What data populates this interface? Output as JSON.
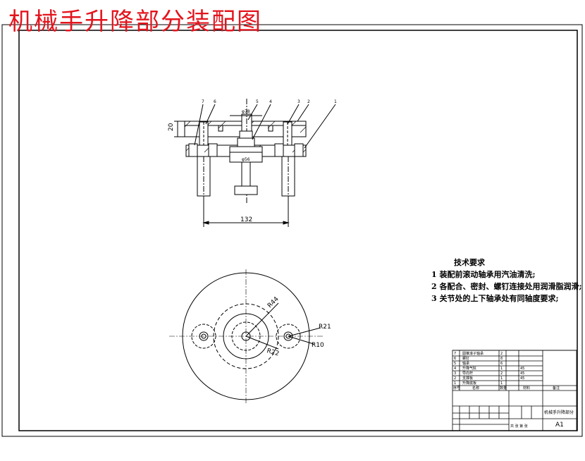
{
  "page_title": "机械手升降部分装配图",
  "tech_requirements": {
    "title": "技术要求",
    "items": [
      "1 装配前滚动轴承用汽油清洗;",
      "2 各配合、密封、螺钉连接处用润滑脂润滑;",
      "3 关节处的上下轴承处有同轴度要求;"
    ]
  },
  "dimensions": {
    "width_132": "132",
    "height_20": "20",
    "phi_78": "φ78",
    "phi_56": "φ56",
    "r44": "R44",
    "r21": "R21",
    "r10": "R10",
    "r22": "R22"
  },
  "leaders": [
    "1",
    "2",
    "3",
    "4",
    "5",
    "6",
    "7"
  ],
  "bom_rows": [
    {
      "no": "7",
      "name": "圆锥滚子轴承",
      "qty": "2",
      "material": ""
    },
    {
      "no": "6",
      "name": "螺钉",
      "qty": "8",
      "material": ""
    },
    {
      "no": "5",
      "name": "轴承",
      "qty": "6",
      "material": ""
    },
    {
      "no": "4",
      "name": "升降气缸",
      "qty": "1",
      "material": "45"
    },
    {
      "no": "3",
      "name": "导向杆",
      "qty": "2",
      "material": "45"
    },
    {
      "no": "2",
      "name": "支撑板",
      "qty": "1",
      "material": "45"
    },
    {
      "no": "1",
      "name": "升降底板",
      "qty": "1",
      "material": ""
    }
  ],
  "bom_header": {
    "no": "序号",
    "name": "名称",
    "qty": "数量",
    "material": "材料",
    "note": "备注"
  },
  "title_block": {
    "drawing_name": "机械手升降部分",
    "sheet": "A1",
    "scale_label": "共 张 第 张"
  },
  "colors": {
    "title_red": "#e3141d",
    "line": "#000000"
  }
}
